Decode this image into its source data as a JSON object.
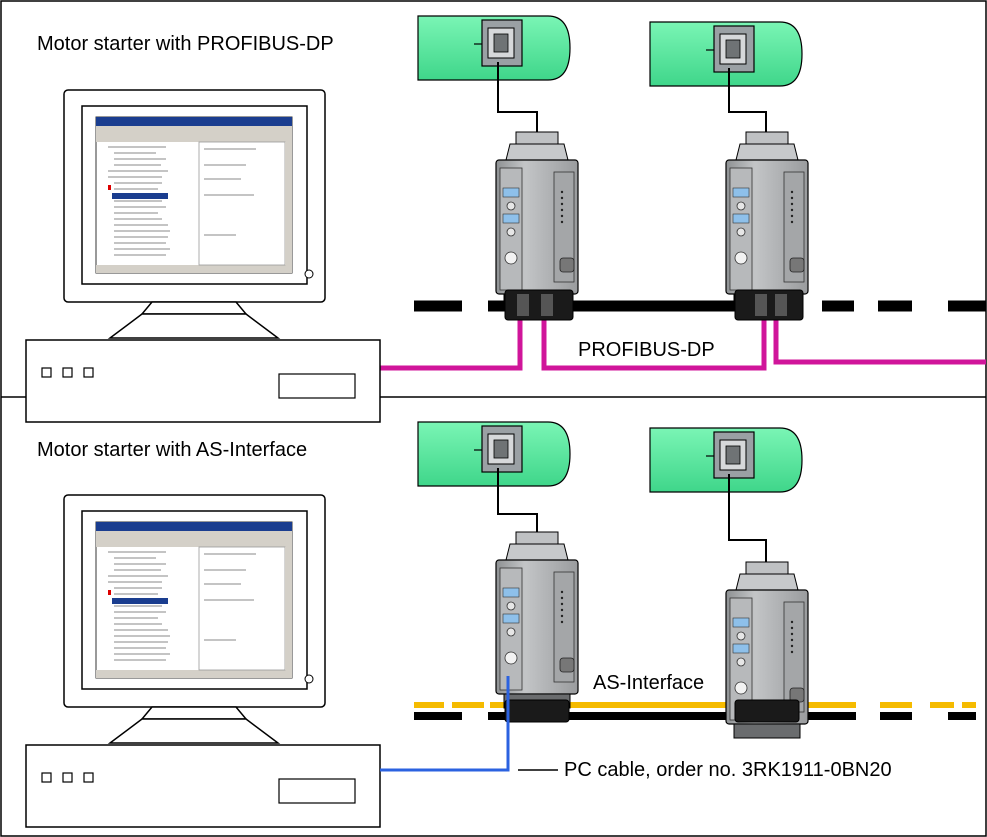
{
  "sections": [
    {
      "title": "Motor starter with PROFIBUS-DP",
      "bus_label": "PROFIBUS-DP"
    },
    {
      "title": "Motor starter with AS-Interface",
      "bus_label": "AS-Interface"
    }
  ],
  "callout": {
    "pc_cable": "PC cable, order no. 3RK1911-0BN20"
  },
  "colors": {
    "motor": "#55ee99",
    "profibus_cable": "#d0159a",
    "asi_cable": "#f5bb00",
    "pc_cable": "#2b62e0",
    "bus_black": "#000000",
    "starter_body": "#a7a9ab"
  },
  "icons": [
    "pc-monitor-icon",
    "pc-tower-icon",
    "motor-icon",
    "motor-starter-icon",
    "connector-icon"
  ]
}
